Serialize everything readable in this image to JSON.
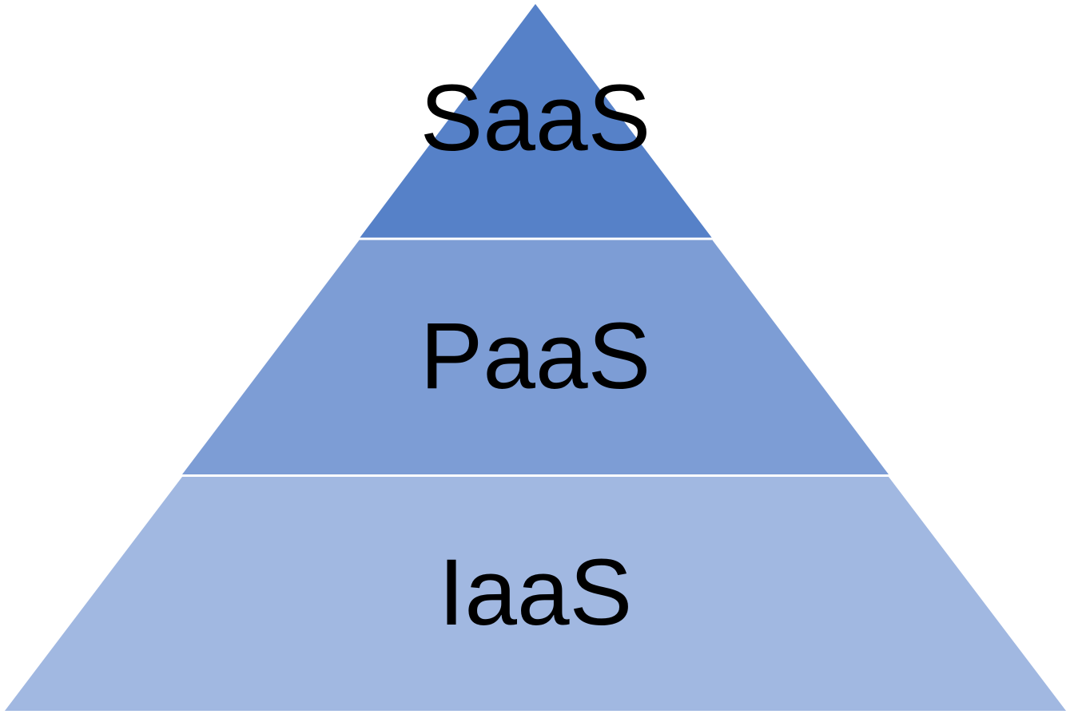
{
  "diagram": {
    "type": "pyramid",
    "tiers": [
      {
        "label": "SaaS",
        "color": "#5681C8"
      },
      {
        "label": "PaaS",
        "color": "#7D9DD5"
      },
      {
        "label": "IaaS",
        "color": "#A1B8E1"
      }
    ],
    "separator_color": "#FFFFFF"
  }
}
